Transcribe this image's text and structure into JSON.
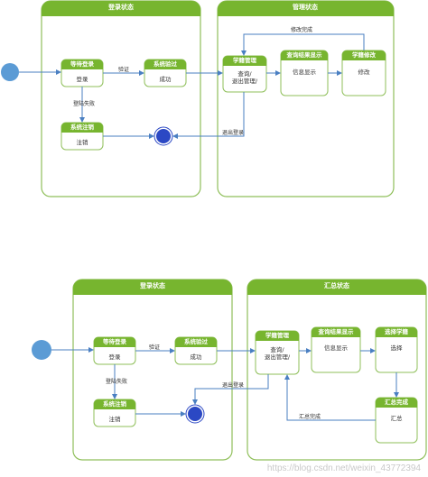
{
  "colors": {
    "green": "#77b52f",
    "green_dark": "#5f9a20",
    "state_fill": "#ffffff",
    "initial": "#5b9bd5",
    "final": "#2b48c4",
    "arrow": "#4a7fc2",
    "border": "#8fbf5a"
  },
  "diagram1": {
    "login_panel_title": "登录状态",
    "manage_panel_title": "管理状态",
    "states": {
      "wait_login": {
        "title": "等待登录",
        "body": "登录"
      },
      "verify_pass": {
        "title": "系统验过",
        "body": "成功"
      },
      "sys_logout": {
        "title": "系统注销",
        "body": "注销"
      },
      "student_mgmt": {
        "title": "学籍管理",
        "body": "查询/\n退出管理/"
      },
      "query_result": {
        "title": "查询结果显示",
        "body": "信息显示"
      },
      "student_edit": {
        "title": "学籍修改",
        "body": "修改"
      }
    },
    "edges": {
      "verify": "验证",
      "login_fail": "登陆失败",
      "edit_done": "修改完成",
      "exit_login": "退出登录"
    }
  },
  "diagram2": {
    "login_panel_title": "登录状态",
    "manage_panel_title": "汇总状态",
    "states": {
      "wait_login": {
        "title": "等待登录",
        "body": "登录"
      },
      "verify_pass": {
        "title": "系统验过",
        "body": "成功"
      },
      "sys_logout": {
        "title": "系统注销",
        "body": "注销"
      },
      "student_mgmt": {
        "title": "学籍管理",
        "body": "查询/\n退出管理/"
      },
      "query_result": {
        "title": "查询结果显示",
        "body": "信息显示"
      },
      "select_student": {
        "title": "选择学籍",
        "body": "选择"
      },
      "summary_done": {
        "title": "汇总完成",
        "body": "汇总"
      }
    },
    "edges": {
      "verify": "验证",
      "login_fail": "登陆失败",
      "summary_done": "汇总完成",
      "exit_login": "退出登录"
    }
  },
  "watermark": "https://blog.csdn.net/weixin_43772394"
}
